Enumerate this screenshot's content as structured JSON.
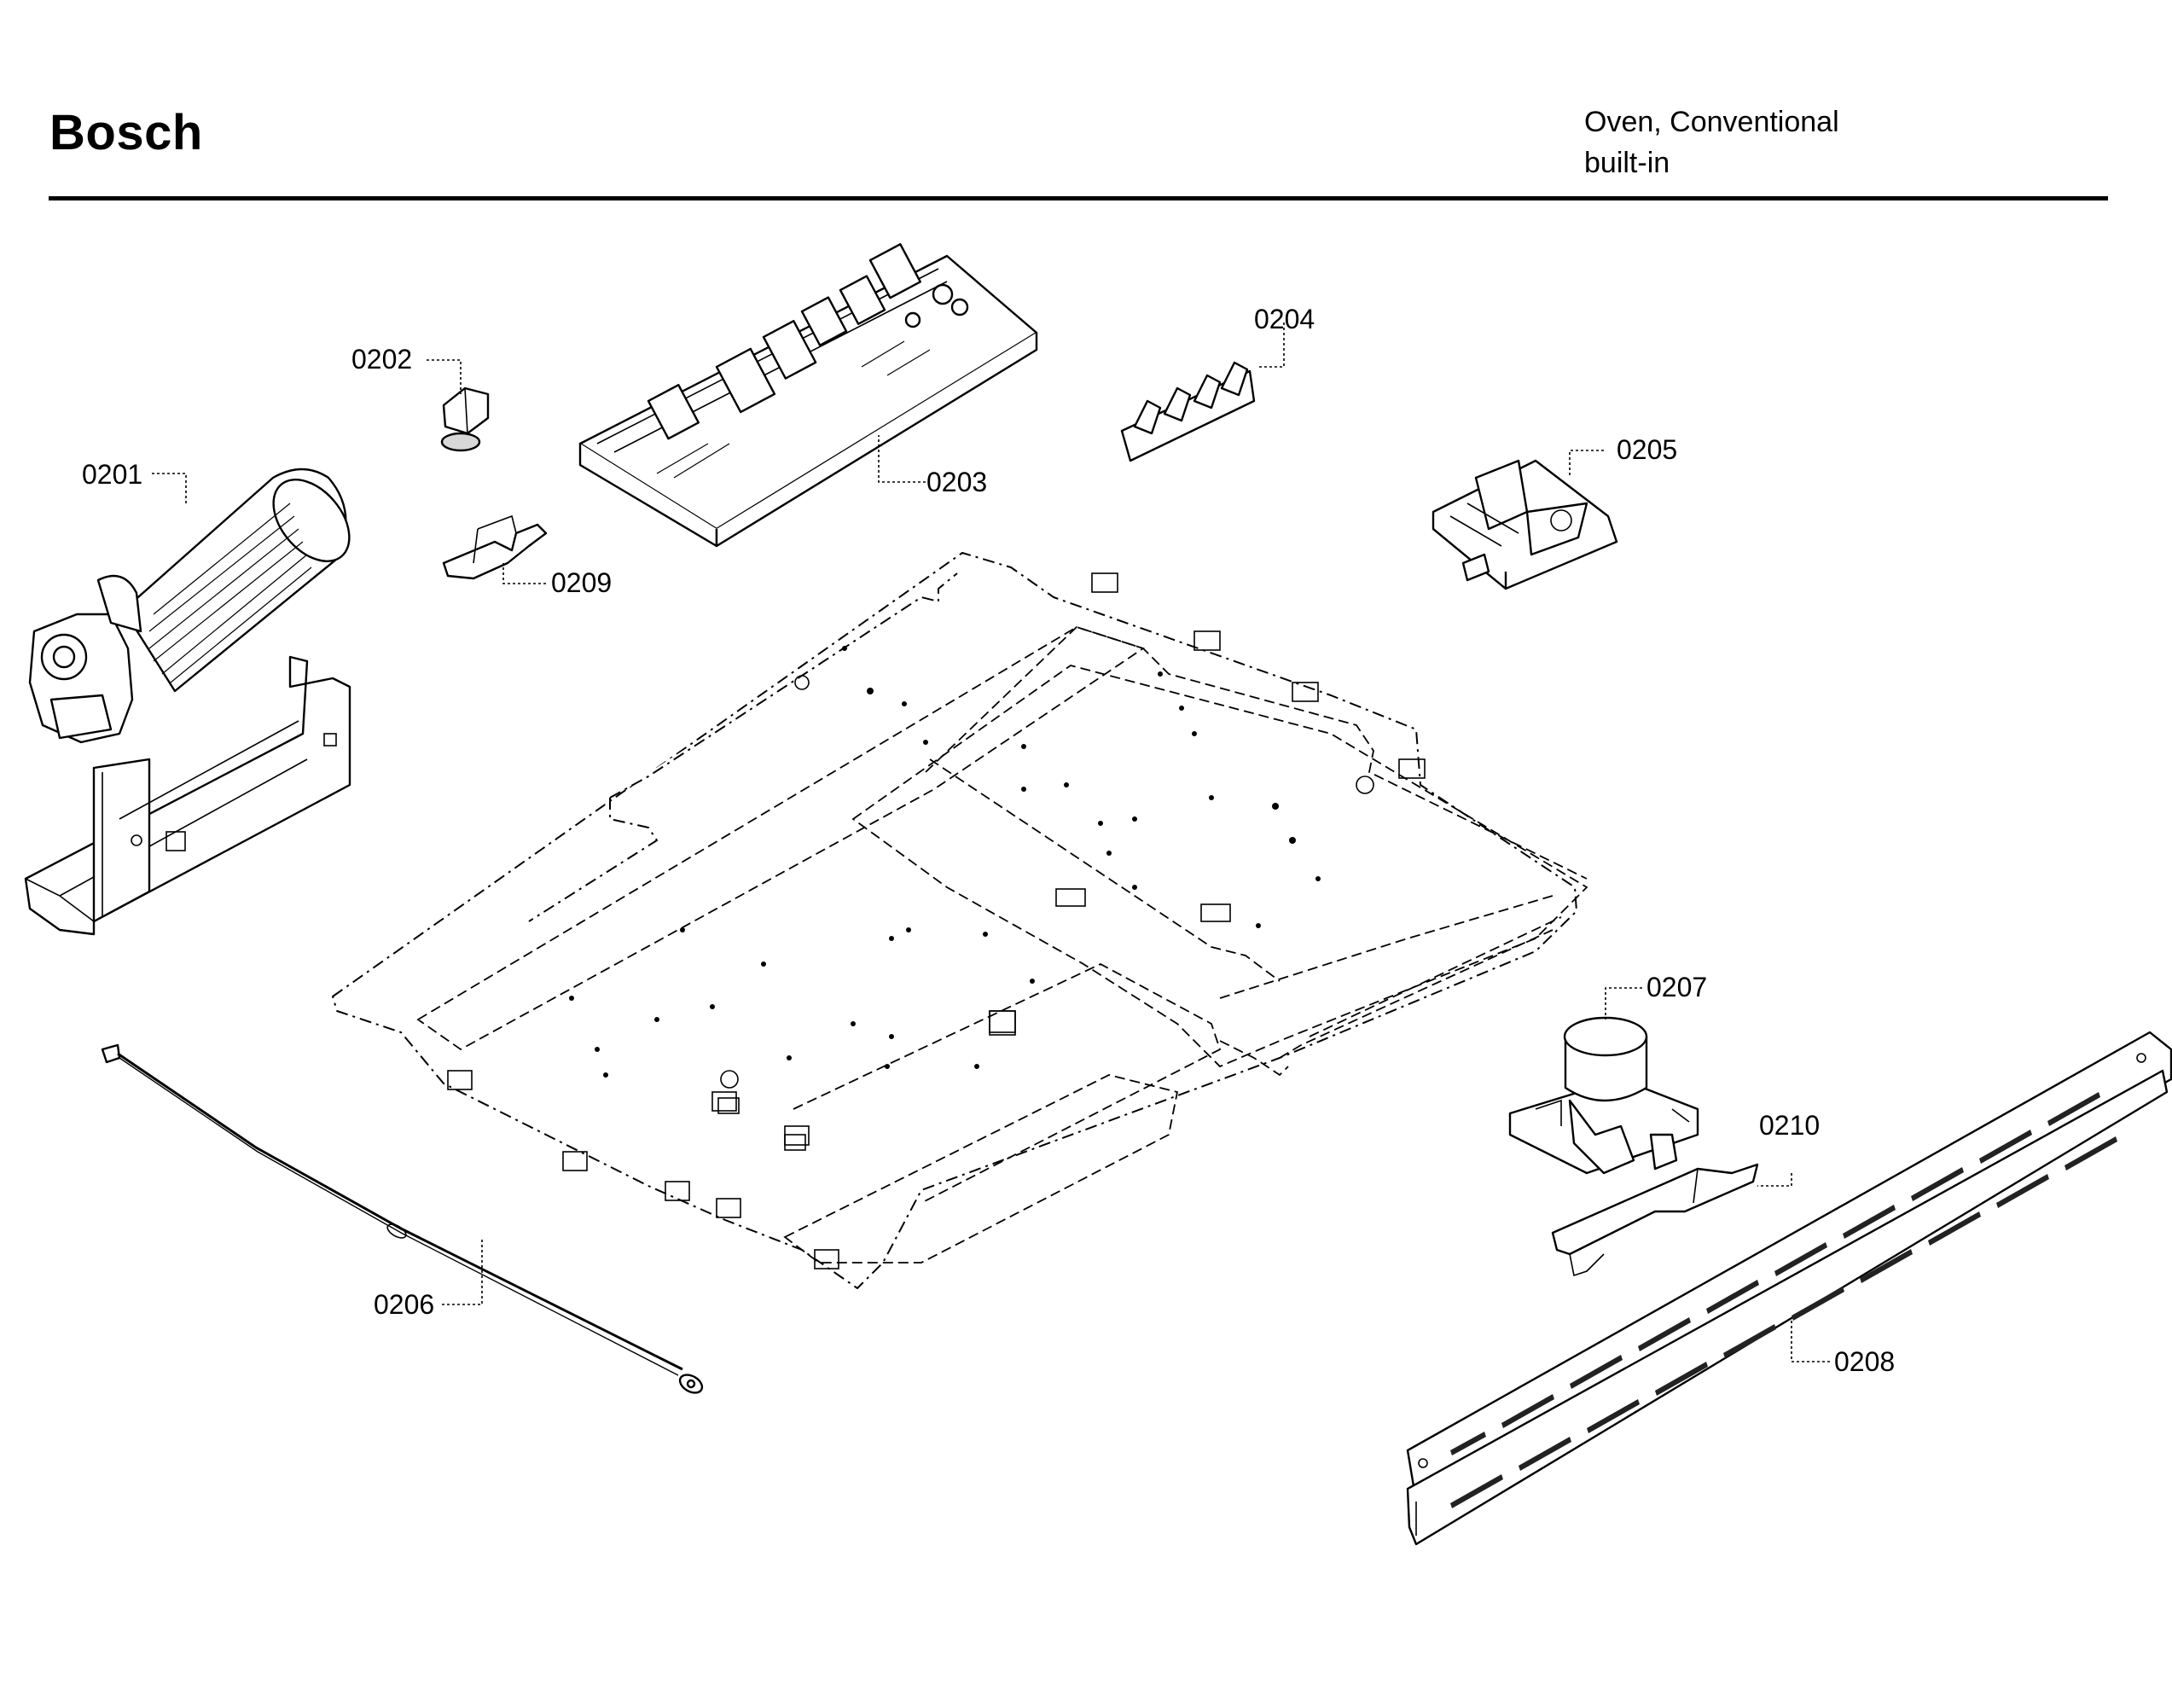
{
  "header": {
    "brand": "Bosch",
    "product_line1": "Oven, Conventional",
    "product_line2": "built-in"
  },
  "parts": [
    {
      "id": "0201",
      "depicts": "cross-flow fan motor"
    },
    {
      "id": "0202",
      "depicts": "thermostat"
    },
    {
      "id": "0203",
      "depicts": "control board"
    },
    {
      "id": "0204",
      "depicts": "terminal block"
    },
    {
      "id": "0205",
      "depicts": "terminal block housing"
    },
    {
      "id": "0206",
      "depicts": "ground wire"
    },
    {
      "id": "0207",
      "depicts": "motor"
    },
    {
      "id": "0208",
      "depicts": "vent rail"
    },
    {
      "id": "0209",
      "depicts": "bracket"
    },
    {
      "id": "0210",
      "depicts": "bracket"
    }
  ],
  "unlabeled": [
    {
      "depicts": "fan mounting bracket"
    },
    {
      "depicts": "base panel"
    }
  ]
}
